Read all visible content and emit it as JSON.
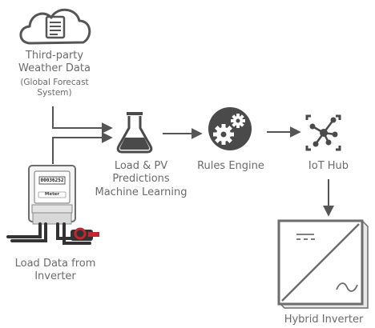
{
  "diagram": {
    "weather": {
      "icon": "cloud-document-icon",
      "line1": "Third-party",
      "line2": "Weather Data",
      "line3": "(Global Forecast",
      "line4": "System)"
    },
    "meter": {
      "icon": "electricity-meter-icon",
      "reading": "00036252",
      "brand": "Meter",
      "line1": "Load Data from",
      "line2": "Inverter"
    },
    "ml": {
      "icon": "flask-icon",
      "line1": "Load & PV",
      "line2": "Predictions",
      "line3": "Machine Learning"
    },
    "rules": {
      "icon": "gears-icon",
      "label": "Rules Engine"
    },
    "iot": {
      "icon": "iot-hub-icon",
      "label": "IoT Hub"
    },
    "inverter": {
      "icon": "hybrid-inverter-icon",
      "label": "Hybrid Inverter"
    },
    "colors": {
      "icon_dark": "#4a4a4a",
      "icon_light": "#6d6d6d",
      "arrow": "#555555",
      "text": "#6b6b6b",
      "clamp_red": "#c0282d"
    }
  }
}
